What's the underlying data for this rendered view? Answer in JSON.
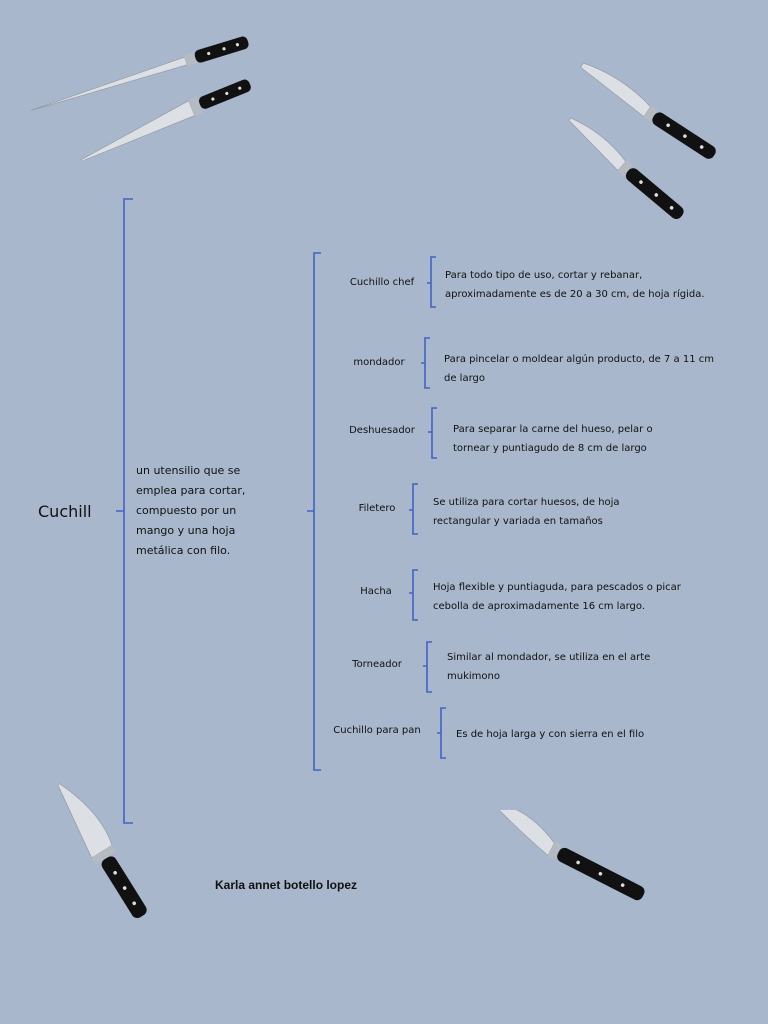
{
  "root": {
    "label": "Cuchill",
    "definition": "un utensilio que se emplea para cortar, compuesto por un mango y una hoja metálica con filo."
  },
  "types": [
    {
      "name": "Cuchillo chef",
      "description": "Para todo tipo de uso, cortar y rebanar, aproximadamente es de 20 a 30 cm, de hoja rígida."
    },
    {
      "name": "mondador",
      "description": "Para pincelar o moldear algún producto, de 7 a 11 cm de largo"
    },
    {
      "name": "Deshuesador",
      "description": "Para separar la carne del hueso, pelar o tornear y puntiagudo de 8 cm de largo"
    },
    {
      "name": "Filetero",
      "description": "Se utiliza para cortar huesos, de hoja rectangular y variada en tamaños"
    },
    {
      "name": "Hacha",
      "description": "Hoja flexible y puntiaguda, para pescados o picar cebolla de aproximadamente 16 cm largo."
    },
    {
      "name": "Torneador",
      "description": "Similar al mondador, se utiliza en el arte mukimono"
    },
    {
      "name": "Cuchillo para pan",
      "description": "Es de hoja larga y con sierra en el filo"
    }
  ],
  "author": "Karla annet botello lopez",
  "colors": {
    "background": "#a8b7cb",
    "bracket": "#3f63c8",
    "handle": "#111111",
    "blade": "#dcdfe3"
  }
}
